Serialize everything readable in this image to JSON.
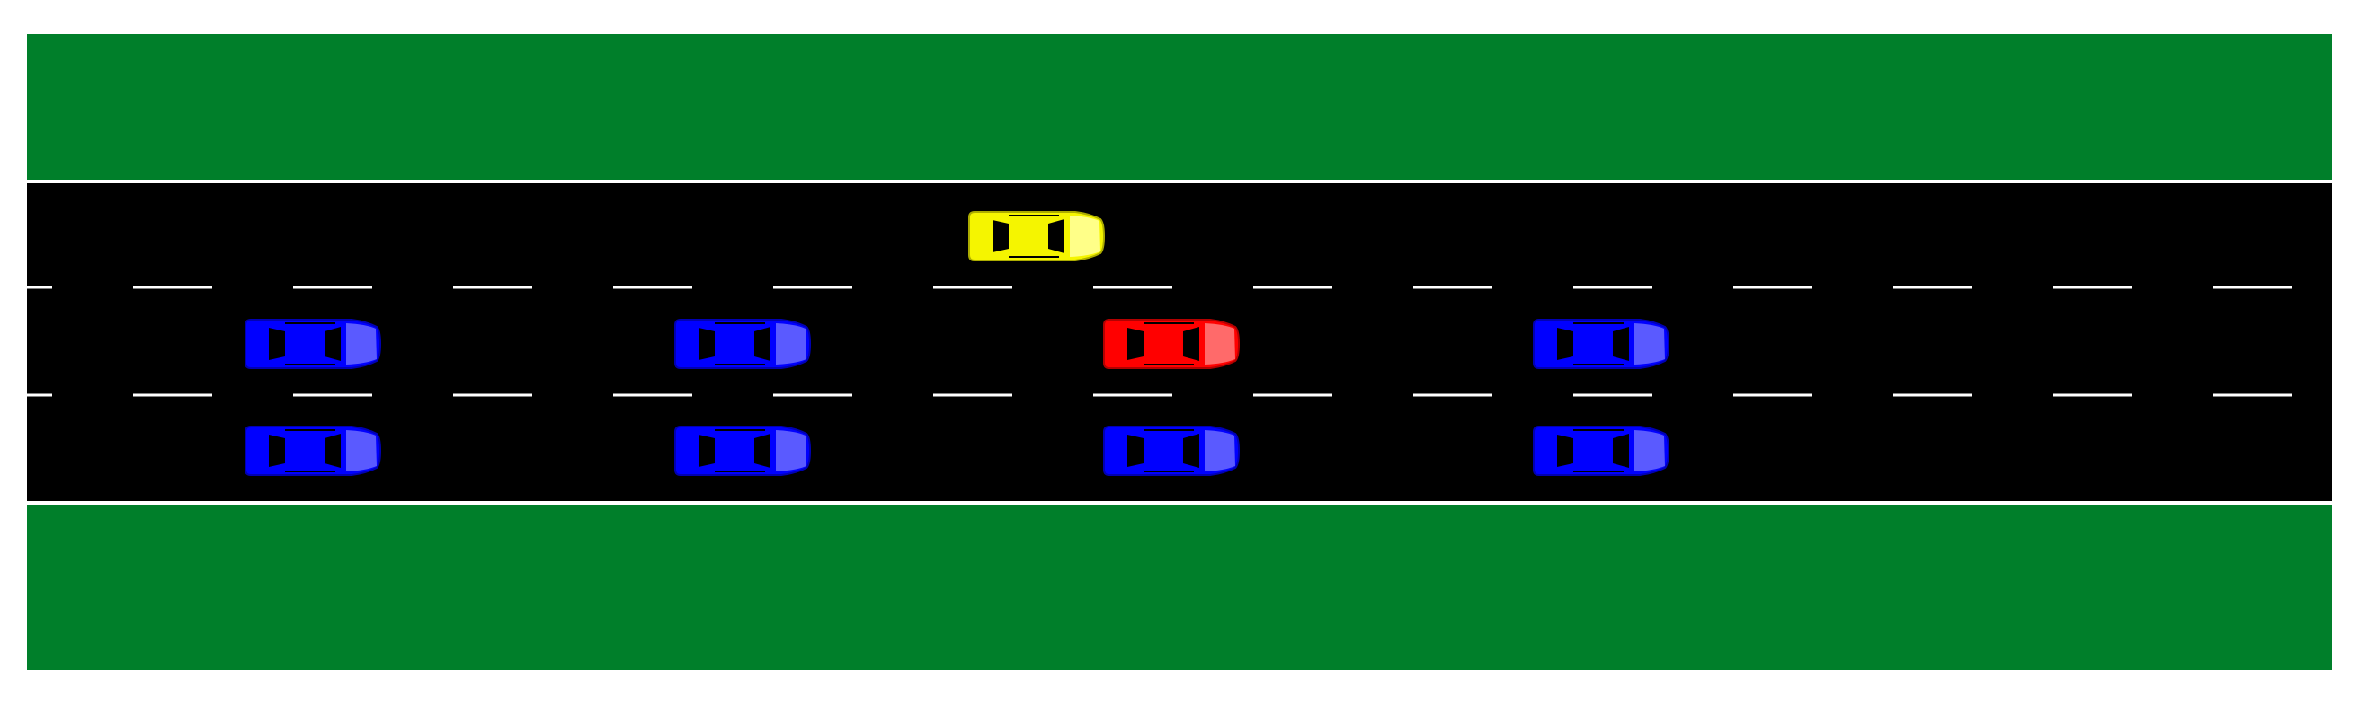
{
  "colors": {
    "background": "#ffffff",
    "grass": "#007f2a",
    "road": "#000000",
    "lane_marking": "#ffffff",
    "edge_line": "#ffffff"
  },
  "road": {
    "lanes": 3,
    "divider_style": "dashed"
  },
  "vehicles": [
    {
      "id": "yellow-car",
      "role": "ego",
      "color": "#f5f500",
      "window_color": "#000000",
      "light_color": "#ffff88",
      "lane": 0,
      "order": 1
    },
    {
      "id": "red-car",
      "role": "target",
      "color": "#ff0000",
      "window_color": "#000000",
      "light_color": "#ff6a6a",
      "lane": 1,
      "order": 2
    },
    {
      "id": "blue-car-1",
      "role": "traffic",
      "color": "#0000ff",
      "window_color": "#000000",
      "light_color": "#5a5aff",
      "lane": 1,
      "order": 0
    },
    {
      "id": "blue-car-2",
      "role": "traffic",
      "color": "#0000ff",
      "window_color": "#000000",
      "light_color": "#5a5aff",
      "lane": 1,
      "order": 1
    },
    {
      "id": "blue-car-3",
      "role": "traffic",
      "color": "#0000ff",
      "window_color": "#000000",
      "light_color": "#5a5aff",
      "lane": 1,
      "order": 3
    },
    {
      "id": "blue-car-4",
      "role": "traffic",
      "color": "#0000ff",
      "window_color": "#000000",
      "light_color": "#5a5aff",
      "lane": 2,
      "order": 0
    },
    {
      "id": "blue-car-5",
      "role": "traffic",
      "color": "#0000ff",
      "window_color": "#000000",
      "light_color": "#5a5aff",
      "lane": 2,
      "order": 1
    },
    {
      "id": "blue-car-6",
      "role": "traffic",
      "color": "#0000ff",
      "window_color": "#000000",
      "light_color": "#5a5aff",
      "lane": 2,
      "order": 2
    },
    {
      "id": "blue-car-7",
      "role": "traffic",
      "color": "#0000ff",
      "window_color": "#000000",
      "light_color": "#5a5aff",
      "lane": 2,
      "order": 3
    }
  ]
}
